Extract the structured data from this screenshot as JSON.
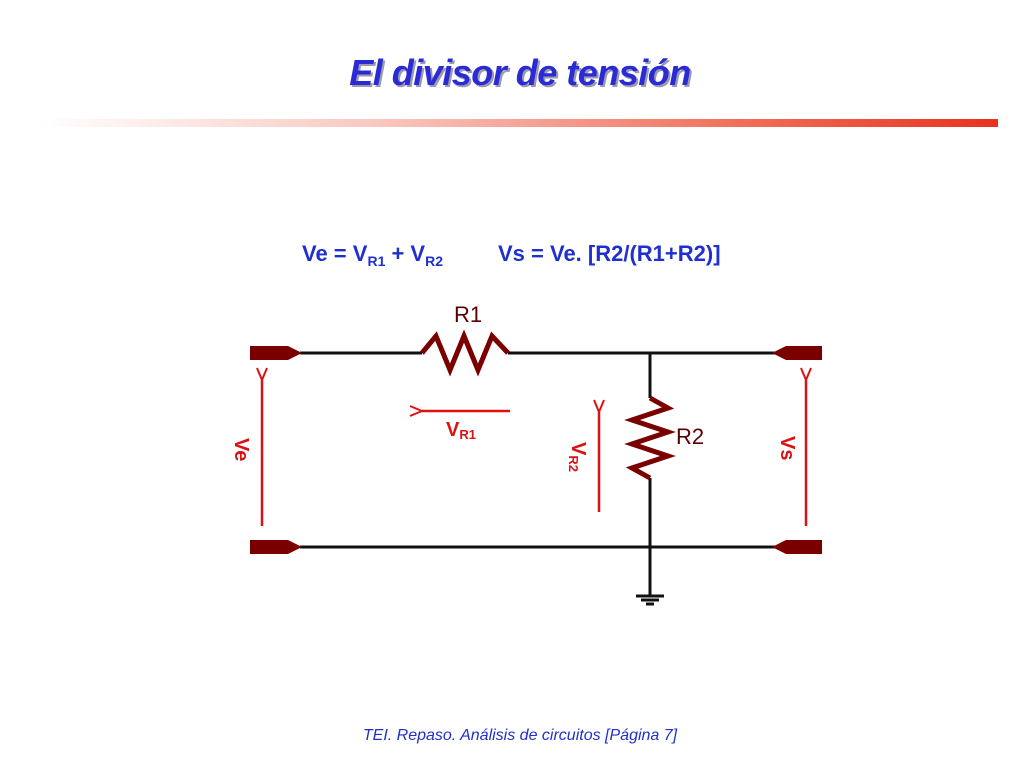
{
  "title": "El divisor de tensión",
  "formulas": {
    "sum": {
      "prefix": "Ve = V",
      "sub1": "R1",
      "mid": " + V",
      "sub2": "R2"
    },
    "output": "Vs = Ve. [R2/(R1+R2)]"
  },
  "components": {
    "r1_label": "R1",
    "r2_label": "R2"
  },
  "voltages": {
    "ve": "Ve",
    "vs": "Vs",
    "vr1": {
      "main": "V",
      "sub": "R1"
    },
    "vr2": {
      "main": "V",
      "sub": "R2"
    }
  },
  "footer": "TEI. Repaso. Análisis de circuitos [Página 7]",
  "colors": {
    "title": "#2b2bd6",
    "formula": "#1f2fd0",
    "wire": "#111111",
    "resistor": "#7a0000",
    "terminal": "#7a0000",
    "voltage_arrow": "#dd1111",
    "rule_end": "#e8321e"
  }
}
